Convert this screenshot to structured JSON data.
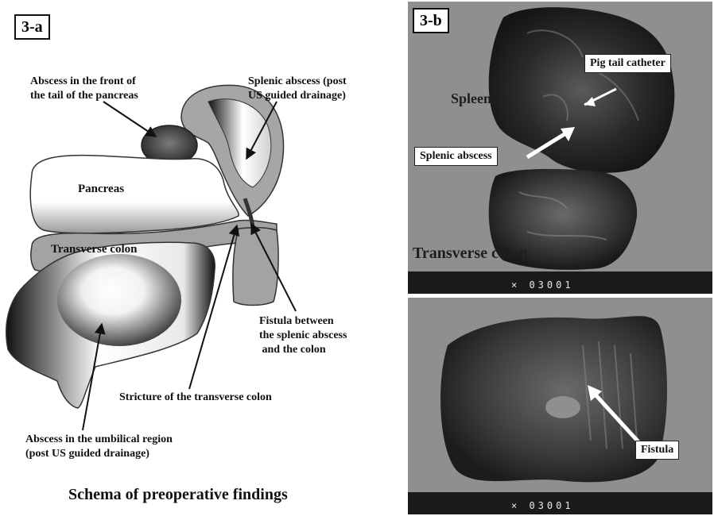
{
  "panel_a": {
    "label": "3-a",
    "caption": "Schema of preoperative findings",
    "organs": {
      "pancreas": "Pancreas",
      "transverse_colon": "Transverse colon"
    },
    "annotations": {
      "abscess_pancreas_tail": [
        "Abscess in the front of",
        "the tail of the pancreas"
      ],
      "splenic_abscess": [
        "Splenic abscess (post",
        "US guided drainage)"
      ],
      "fistula": [
        "Fistula between",
        "the splenic abscess",
        " and the colon"
      ],
      "stricture": "Stricture of the transverse colon",
      "umbilical_abscess": [
        "Abscess in the umbilical region",
        "(post US guided drainage)"
      ]
    }
  },
  "panel_b": {
    "label": "3-b",
    "top_photo": {
      "spleen": "Spleen",
      "transverse_colon": "Transverse colon",
      "pig_tail_catheter": "Pig tail catheter",
      "splenic_abscess": "Splenic abscess",
      "scale": "× 03001"
    },
    "bottom_photo": {
      "fistula": "Fistula",
      "scale": "× 03001"
    }
  }
}
